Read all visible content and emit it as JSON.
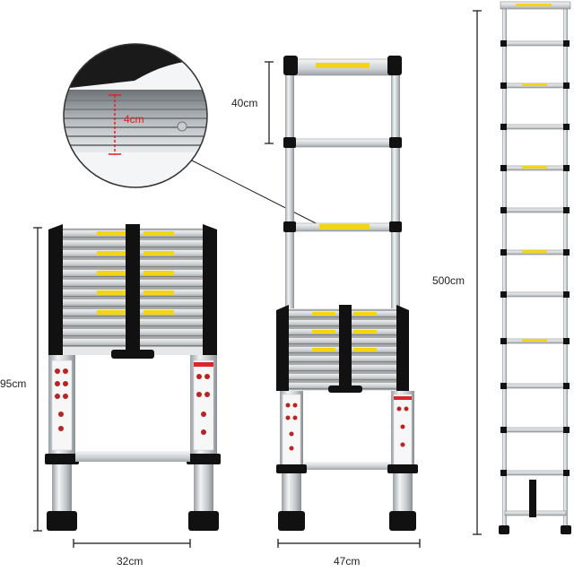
{
  "dimensions": {
    "rung_spacing": "40cm",
    "collapsed_height": "95cm",
    "extended_height": "500cm",
    "collapsed_width": "32cm",
    "base_width": "47cm",
    "zoom_callout": "4cm"
  },
  "colors": {
    "metal": "#cfd3d6",
    "metal_dark": "#8e9498",
    "black": "#111111",
    "label_yellow": "#f3d417",
    "warning_red": "#d8262b",
    "dim_line": "#111111",
    "zoom_text": "#e02020"
  }
}
